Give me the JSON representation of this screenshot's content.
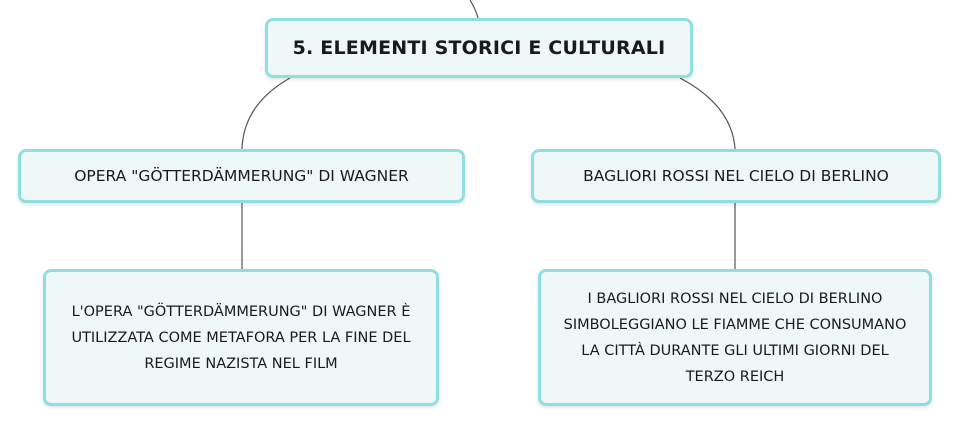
{
  "root": {
    "label": "5. ELEMENTI STORICI E CULTURALI"
  },
  "branches": [
    {
      "label": "OPERA \"GÖTTERDÄMMERUNG\" DI WAGNER",
      "detail": "L'OPERA \"GÖTTERDÄMMERUNG\" DI WAGNER È UTILIZZATA COME METAFORA PER LA FINE DEL REGIME NAZISTA NEL FILM"
    },
    {
      "label": "BAGLIORI ROSSI NEL CIELO DI BERLINO",
      "detail": "I BAGLIORI ROSSI NEL CIELO DI BERLINO SIMBOLEGGIANO LE FIAMME CHE CONSUMANO LA CITTÀ DURANTE GLI ULTIMI GIORNI DEL TERZO REICH"
    }
  ],
  "colors": {
    "node_border": "#8fdfe2",
    "node_fill": "#eef8f8",
    "connector": "#555555"
  }
}
